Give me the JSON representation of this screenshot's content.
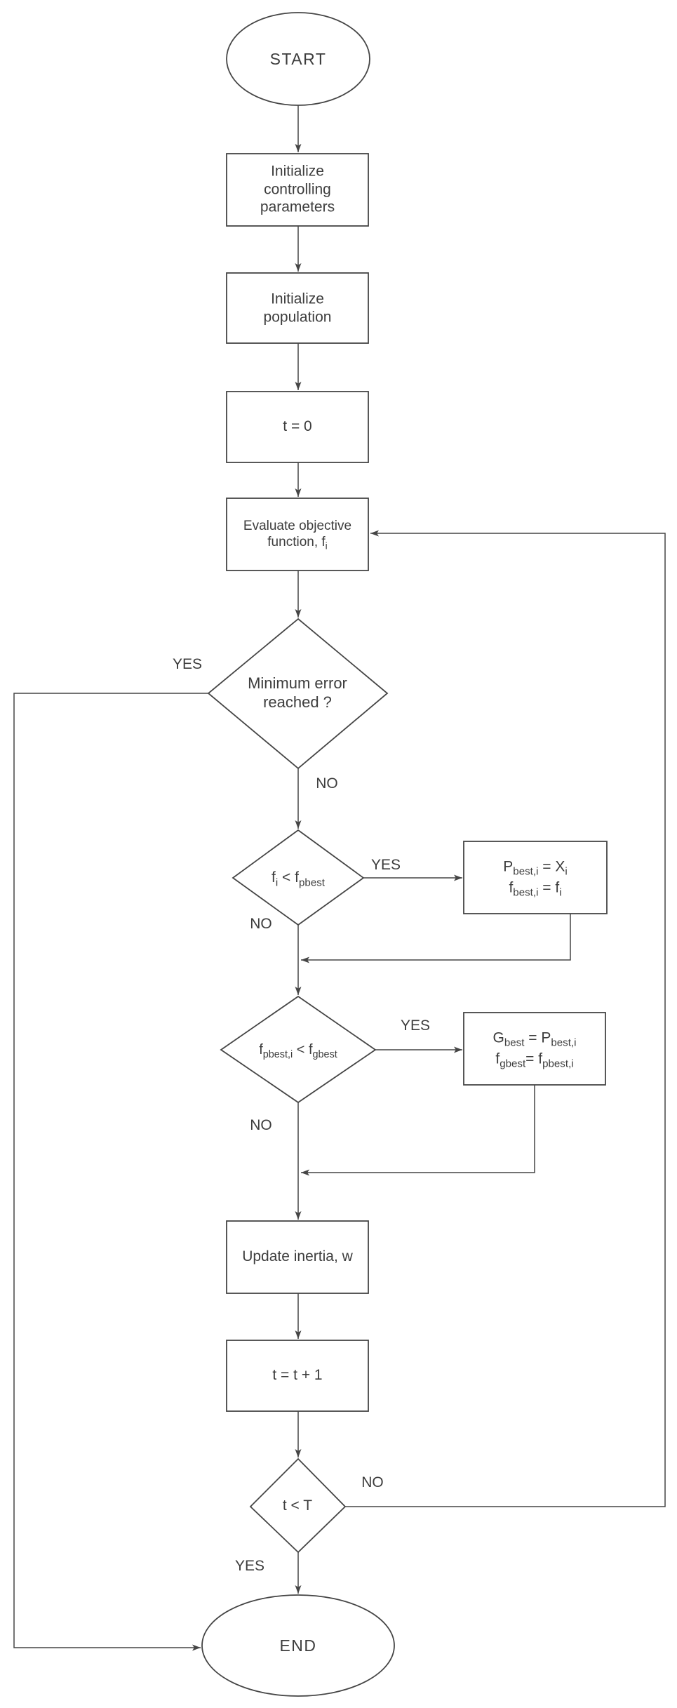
{
  "diagram": {
    "nodes": {
      "start": {
        "label": "START"
      },
      "init_params": {
        "label": "Initialize controlling parameters"
      },
      "init_population": {
        "label": "Initialize population"
      },
      "t_zero": {
        "label": "t = 0"
      },
      "evaluate": {
        "label": "Evaluate objective function, f_{i}"
      },
      "min_error": {
        "label": "Minimum error reached ?"
      },
      "pbest_check": {
        "label": "f_{i} < f_{pbest}"
      },
      "pbest_update": {
        "line1": "P_{best,i} = X_{i}",
        "line2": "f_{best,i} = f_{i}"
      },
      "gbest_check": {
        "label": "f_{pbest,i} < f_{gbest}"
      },
      "gbest_update": {
        "line1": "G_{best} = P_{best,i}",
        "line2": "f_{gbest}= f_{pbest,i}"
      },
      "update_inertia": {
        "label": "Update inertia, w"
      },
      "increment_t": {
        "label": "t = t + 1"
      },
      "iteration_check": {
        "label": "t < T"
      },
      "end": {
        "label": "END"
      }
    },
    "edge_labels": {
      "min_error_yes": "YES",
      "min_error_no": "NO",
      "pbest_yes": "YES",
      "pbest_no": "NO",
      "gbest_yes": "YES",
      "gbest_no": "NO",
      "iteration_no": "NO",
      "iteration_yes": "YES"
    },
    "colors": {
      "stroke": "#454545",
      "text": "#3d3d3d",
      "background": "#ffffff",
      "shape_fill": "#ffffff"
    }
  }
}
